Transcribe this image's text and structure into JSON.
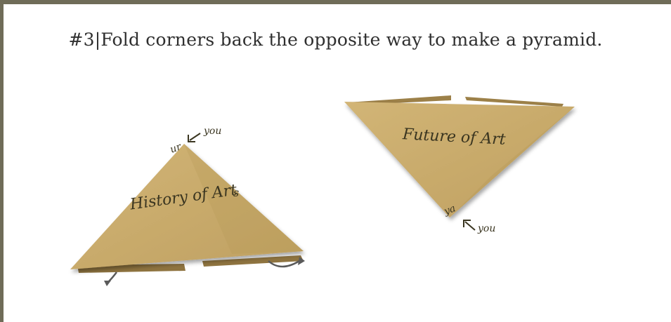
{
  "step": {
    "title": "#3|Fold corners back the opposite way to make a pyramid."
  },
  "left_fold": {
    "label": "History of Art",
    "partial_text_top": "ur",
    "partial_text_side": "s",
    "you_label": "you"
  },
  "right_fold": {
    "label": "Future of Art",
    "partial_text_bottom": "ya",
    "you_label": "you"
  },
  "colors": {
    "frame": "#6f6c58",
    "paper": "#c9ab6b",
    "paper_shade": "#a98c4e",
    "ink": "#3a3520",
    "arrow": "#5a5a5a"
  },
  "icons": [
    "arrow-you-icon",
    "curved-arrow-icon"
  ]
}
